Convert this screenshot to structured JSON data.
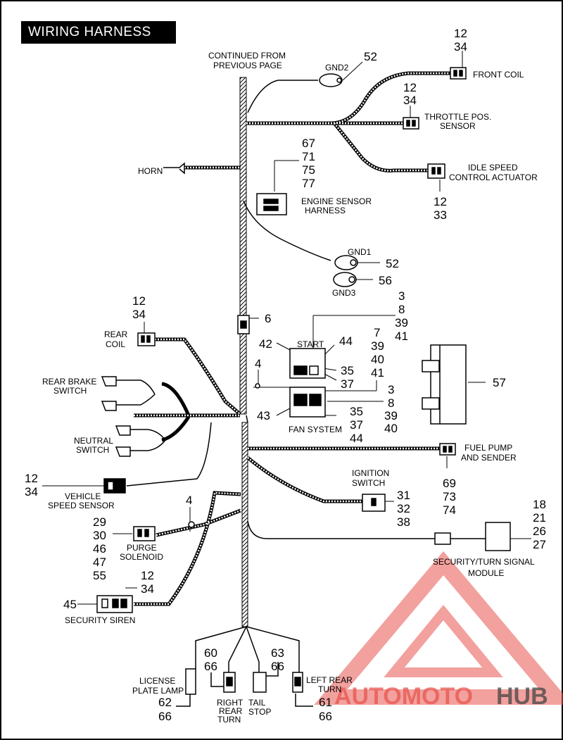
{
  "title": "WIRING HARNESS",
  "continued": [
    "CONTINUED FROM",
    "PREVIOUS PAGE"
  ],
  "labels": {
    "gnd2": "GND2",
    "front_coil": "FRONT  COIL",
    "throttle": [
      "THROTTLE POS.",
      "SENSOR"
    ],
    "idle": [
      "IDLE SPEED",
      "CONTROL ACTUATOR"
    ],
    "horn": "HORN",
    "engine_sensor": [
      "ENGINE SENSOR",
      "HARNESS"
    ],
    "gnd1": "GND1",
    "gnd3": "GND3",
    "rear_coil": [
      "REAR",
      "COIL"
    ],
    "start": "START",
    "fan_system": "FAN SYSTEM",
    "rear_brake": [
      "REAR BRAKE",
      "SWITCH"
    ],
    "neutral": [
      "NEUTRAL",
      "SWITCH"
    ],
    "vss": [
      "VEHICLE",
      "SPEED SENSOR"
    ],
    "fuel_pump": [
      "FUEL PUMP",
      "AND SENDER"
    ],
    "ignition": [
      "IGNITION",
      "SWITCH"
    ],
    "purge": [
      "PURGE",
      "SOLENOID"
    ],
    "security_module": [
      "SECURITY/TURN SIGNAL",
      "MODULE"
    ],
    "siren": "SECURITY SIREN",
    "license": [
      "LICENSE",
      "PLATE LAMP"
    ],
    "right_rear": [
      "RIGHT",
      "REAR",
      "TURN"
    ],
    "tail": [
      "TAIL",
      "STOP"
    ],
    "left_rear": [
      "LEFT REAR",
      "TURN"
    ]
  },
  "refs": {
    "gnd2": "52",
    "front_coil": [
      "12",
      "34"
    ],
    "throttle": [
      "12",
      "34"
    ],
    "idle": [
      "12",
      "33"
    ],
    "engine_sensor": [
      "67",
      "71",
      "75",
      "77"
    ],
    "gnd1": "52",
    "gnd3": "56",
    "inline": "6",
    "rear_coil": [
      "12",
      "34"
    ],
    "start_top": [
      "3",
      "8",
      "39",
      "41"
    ],
    "relay_left_top": "42",
    "relay_left_bottom": "43",
    "relay_4": "4",
    "relay_44": "44",
    "relay_mid": [
      "35",
      "37"
    ],
    "start_right": [
      "7",
      "39",
      "40",
      "41"
    ],
    "fan_right": [
      "3",
      "8",
      "39",
      "40"
    ],
    "fan_bottom": [
      "35",
      "37",
      "44"
    ],
    "fuse_block": "57",
    "vss": [
      "12",
      "34"
    ],
    "fuel_pump": [
      "69",
      "73",
      "74"
    ],
    "ignition": [
      "31",
      "32",
      "38"
    ],
    "purge_4": "4",
    "purge": [
      "29",
      "30",
      "46",
      "47",
      "55"
    ],
    "security_module": [
      "18",
      "21",
      "26",
      "27"
    ],
    "siren_left": "45",
    "siren": [
      "12",
      "34"
    ],
    "right_rear": [
      "60",
      "66"
    ],
    "tail": [
      "63",
      "66"
    ],
    "license": [
      "62",
      "66"
    ],
    "left_rear": [
      "61",
      "66"
    ]
  },
  "watermark": {
    "text_red": "AUTOMOTO",
    "text_dark": "HUB",
    "color_red": "#e8554f",
    "color_dark": "#444444",
    "color_gold": "#f2b53a"
  }
}
